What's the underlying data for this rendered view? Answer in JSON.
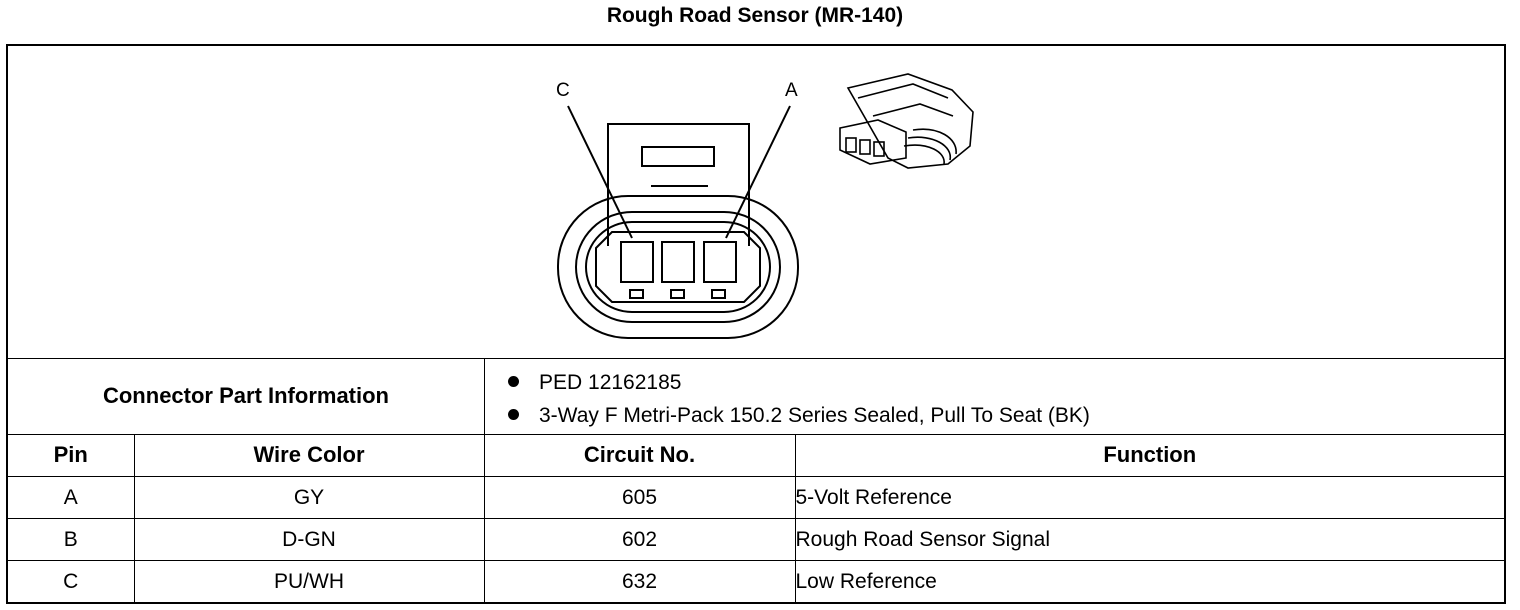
{
  "title": "Rough Road Sensor (MR-140)",
  "diagram": {
    "pin_labels": [
      "C",
      "A"
    ]
  },
  "connector_part_information": {
    "label": "Connector Part Information",
    "items": [
      "PED 12162185",
      "3-Way F Metri-Pack 150.2 Series Sealed, Pull To Seat (BK)"
    ]
  },
  "table": {
    "headers": [
      "Pin",
      "Wire Color",
      "Circuit No.",
      "Function"
    ],
    "rows": [
      {
        "pin": "A",
        "wire_color": "GY",
        "circuit": "605",
        "function": "5-Volt Reference"
      },
      {
        "pin": "B",
        "wire_color": "D-GN",
        "circuit": "602",
        "function": "Rough Road Sensor Signal"
      },
      {
        "pin": "C",
        "wire_color": "PU/WH",
        "circuit": "632",
        "function": "Low Reference"
      }
    ]
  }
}
